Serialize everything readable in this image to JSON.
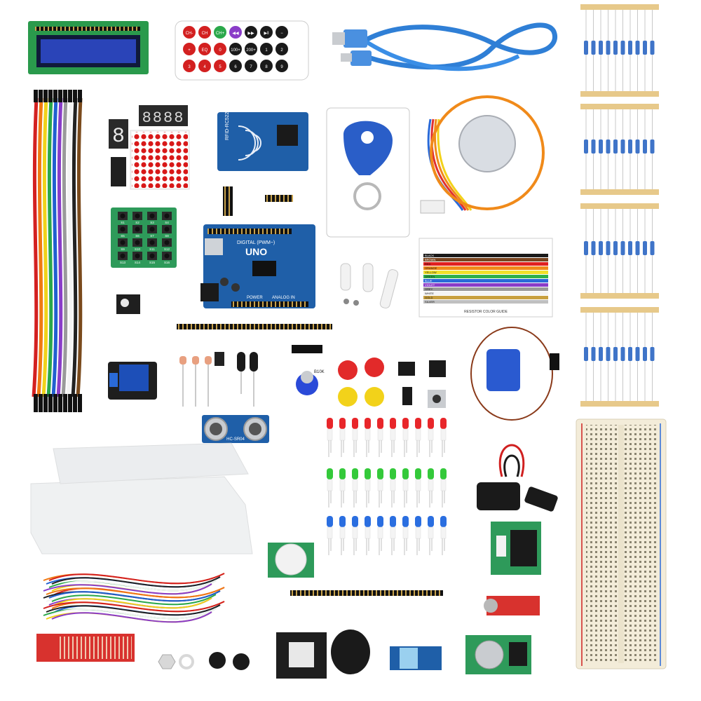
{
  "scene": {
    "background": "#ffffff",
    "colors": {
      "pcb_blue": "#1f5fa8",
      "pcb_green": "#2e9a5a",
      "pcb_red": "#c8282c",
      "jumper_colors": [
        "#222222",
        "#7a4a1c",
        "#d32020",
        "#f07a12",
        "#f0d21a",
        "#2aa84a",
        "#2060d0",
        "#8a3cc8",
        "#9a9a9a",
        "#f4f4f4"
      ],
      "led_colors": {
        "red": "#e8262a",
        "green": "#34c93a",
        "blue": "#2a6ee0"
      },
      "breadboard": "#f3ecd9",
      "usb_cable": "#2f7fd6"
    },
    "items": {
      "lcd": {
        "name": "lcd-1602-module"
      },
      "remote": {
        "name": "ir-remote-control",
        "keys": [
          "CH-",
          "CH",
          "CH+",
          "◀◀",
          "▶▶",
          "▶‖",
          "−",
          "+",
          "EQ",
          "0",
          "100+",
          "200+",
          "1",
          "2",
          "3",
          "4",
          "5",
          "6",
          "7",
          "8",
          "9"
        ]
      },
      "usb": {
        "name": "usb-cable"
      },
      "resistor_strips": {
        "name": "resistor-strips"
      },
      "dupont": {
        "name": "dupont-jumper-wires"
      },
      "seven_segment": {
        "name": "seven-segment-displays",
        "digit": "8"
      },
      "led_matrix": {
        "name": "led-dot-matrix",
        "rows": 8,
        "cols": 8
      },
      "rfid": {
        "name": "rfid-module",
        "label": "RFID-RC522"
      },
      "keyfob": {
        "name": "rfid-keyfob"
      },
      "stepper": {
        "name": "stepper-motor"
      },
      "keypad": {
        "name": "button-keypad",
        "keys": [
          "S1",
          "S2",
          "S3",
          "S4",
          "S5",
          "S6",
          "S7",
          "S8",
          "S9",
          "S10",
          "S11",
          "S12",
          "S13",
          "S14",
          "S15",
          "S16"
        ]
      },
      "uno": {
        "name": "uno-board",
        "label": "UNO",
        "digital": "DIGITAL (PWM~)",
        "power": "POWER",
        "analog": "ANALOG IN"
      },
      "color_guide": {
        "name": "resistor-color-guide",
        "title": "RESISTOR COLOR GUIDE",
        "bands": [
          {
            "label": "BLACK",
            "color": "#1a1a1a"
          },
          {
            "label": "BROWN",
            "color": "#7a4520"
          },
          {
            "label": "RED",
            "color": "#e02020"
          },
          {
            "label": "ORANGE",
            "color": "#f08a1a"
          },
          {
            "label": "YELLOW",
            "color": "#f2e02a"
          },
          {
            "label": "GREEN",
            "color": "#2fb04a"
          },
          {
            "label": "BLUE",
            "color": "#2a6ad8"
          },
          {
            "label": "VIOLET",
            "color": "#8a3cc8"
          },
          {
            "label": "GREY",
            "color": "#9a9a9a"
          },
          {
            "label": "WHITE",
            "color": "#f4f4f4"
          },
          {
            "label": "GOLD",
            "color": "#c8a040"
          },
          {
            "label": "SILVER",
            "color": "#c0c0c0"
          }
        ]
      },
      "servo_parts": {
        "name": "servo-horns"
      },
      "relay": {
        "name": "relay-module"
      },
      "ultrasonic": {
        "name": "ultrasonic-sensor",
        "label": "HC-SR04"
      },
      "potentiometer": {
        "name": "potentiometer",
        "label": "B10K"
      },
      "caps": {
        "name": "button-caps"
      },
      "servo": {
        "name": "micro-servo"
      },
      "leds": {
        "name": "led-rows",
        "per_row": 10
      },
      "battery_clip": {
        "name": "battery-clip"
      },
      "breadboard": {
        "name": "breadboard"
      },
      "acrylic": {
        "name": "acrylic-case"
      },
      "pir": {
        "name": "pir-sensor"
      },
      "stepper_driver": {
        "name": "stepper-driver-board"
      },
      "mic": {
        "name": "sound-sensor"
      },
      "jumpers": {
        "name": "breadboard-jumper-wires"
      },
      "water_sensor": {
        "name": "water-level-sensor"
      },
      "joystick": {
        "name": "joystick-module"
      },
      "dht": {
        "name": "dht11-sensor"
      },
      "rtc": {
        "name": "rtc-module"
      }
    }
  }
}
